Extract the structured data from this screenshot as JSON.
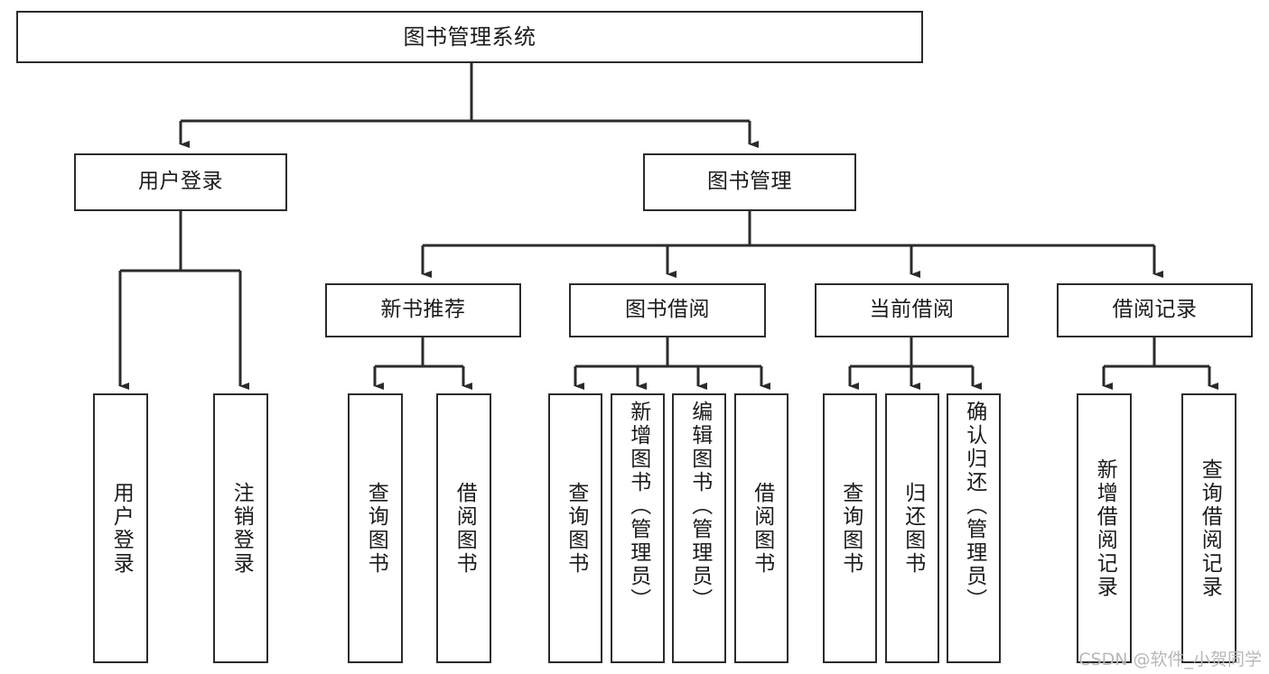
{
  "diagram": {
    "title": "图书管理系统",
    "type": "tree",
    "orientation": "top-down",
    "colors": {
      "box_border": "#2b2b2b",
      "box_fill": "#ffffff",
      "edge": "#2b2b2b",
      "text": "#1b1b1b",
      "watermark": "#b8b8b8"
    },
    "nodes": {
      "root": {
        "label": "图书管理系统"
      },
      "level2": [
        {
          "label": "用户登录"
        },
        {
          "label": "图书管理"
        }
      ],
      "level3": [
        {
          "label": "新书推荐"
        },
        {
          "label": "图书借阅"
        },
        {
          "label": "当前借阅"
        },
        {
          "label": "借阅记录"
        }
      ],
      "leaves": {
        "user_login": [
          {
            "label": "用户登录"
          },
          {
            "label": "注销登录"
          }
        ],
        "new_book_recommend": [
          {
            "label": "查询图书"
          },
          {
            "label": "借阅图书"
          }
        ],
        "book_borrow": [
          {
            "label": "查询图书"
          },
          {
            "label": "新增图书（管理员）"
          },
          {
            "label": "编辑图书（管理员）"
          },
          {
            "label": "借阅图书"
          }
        ],
        "current_borrow": [
          {
            "label": "查询图书"
          },
          {
            "label": "归还图书"
          },
          {
            "label": "确认归还（管理员）"
          }
        ],
        "borrow_record": [
          {
            "label": "新增借阅记录"
          },
          {
            "label": "查询借阅记录"
          }
        ]
      }
    },
    "watermark": "CSDN @软件_小贺同学"
  }
}
